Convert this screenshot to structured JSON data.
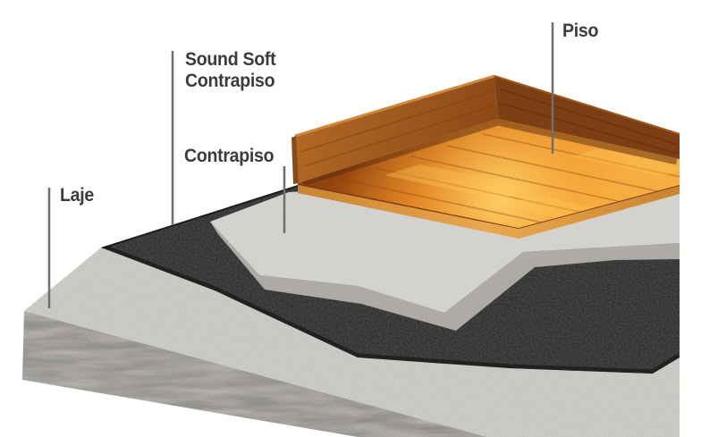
{
  "diagram": {
    "labels": {
      "laje": "Laje",
      "sound_soft_line1": "Sound Soft",
      "sound_soft_line2": "Contrapiso",
      "contrapiso": "Contrapiso",
      "piso": "Piso"
    },
    "layer_stack_top_to_bottom": [
      "Piso",
      "Contrapiso",
      "Sound Soft Contrapiso",
      "Laje"
    ],
    "colors": {
      "background": "#ffffff",
      "label_text": "#3b3b3b",
      "leader_line": "#6f6f6f",
      "slab_top": "#d7d5d0",
      "slab_face": "#c9c6c0",
      "sound_soft_layer": "#262626",
      "screed_top": "#dddcd8",
      "screed_bevel": "#b9b6b1",
      "wood_floor_mid": "#e8862a",
      "wood_highlight": "#ffd66e",
      "baseboard_front": "#a85e1f",
      "baseboard_right": "#7c3e12",
      "plank_edge": "#d8913f"
    }
  }
}
